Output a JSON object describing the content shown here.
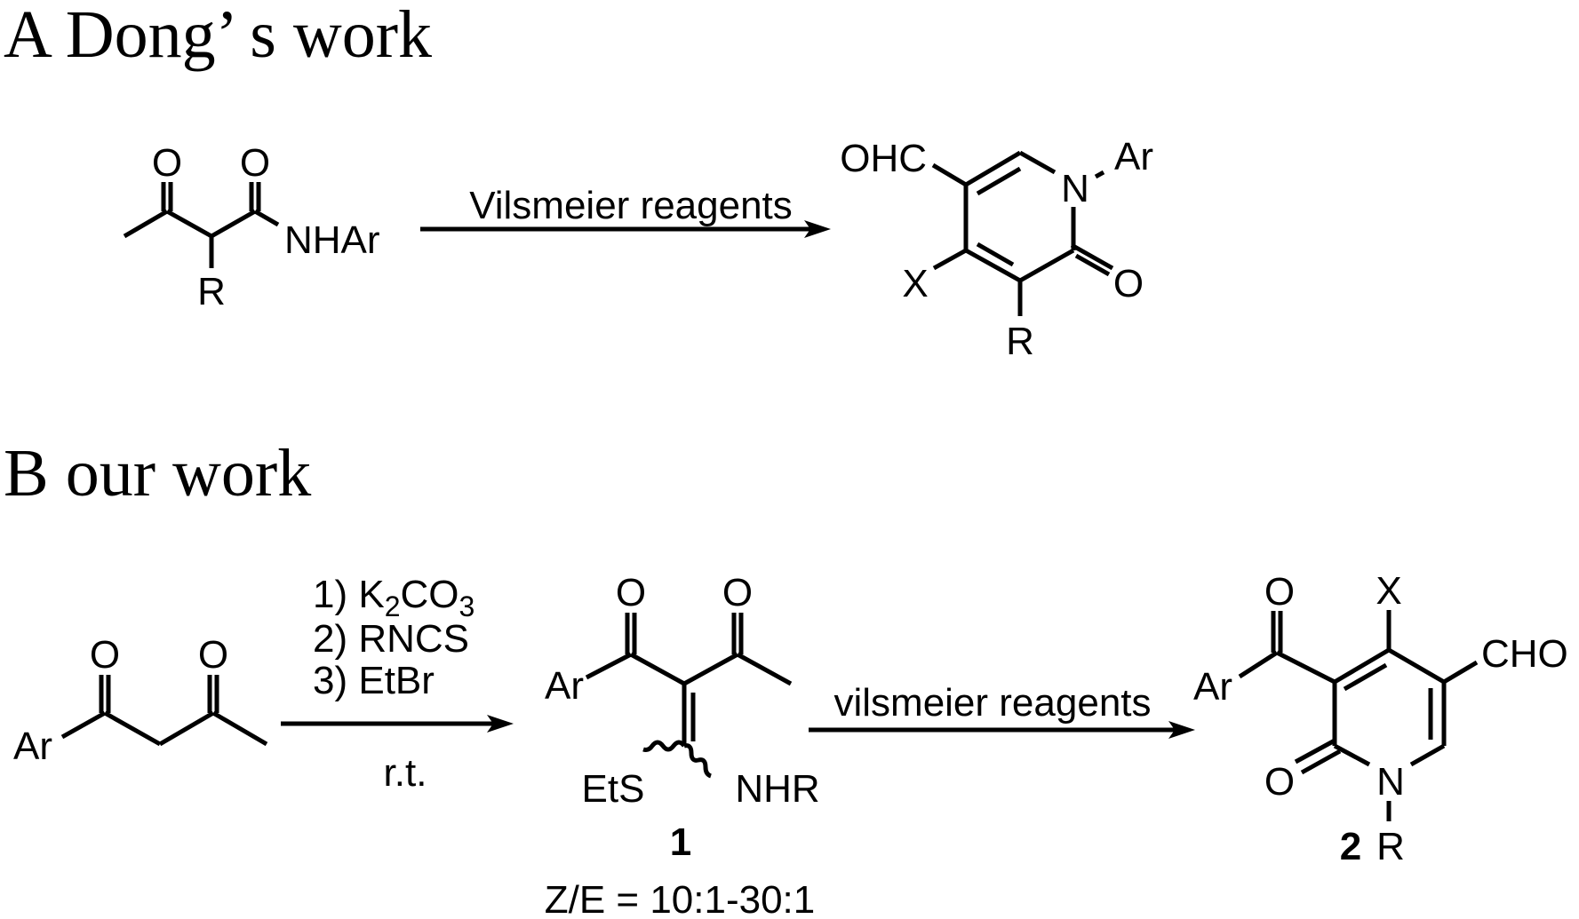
{
  "sections": [
    {
      "title": "A Dong’ s work",
      "reactant": {
        "atoms": {
          "o1": "O",
          "o2": "O",
          "nhar": "NHAr",
          "r": "R"
        }
      },
      "arrow": {
        "label": "Vilsmeier reagents"
      },
      "product": {
        "atoms": {
          "ohc": "OHC",
          "n": "N",
          "ar": "Ar",
          "x": "X",
          "r": "R",
          "o": "O"
        }
      }
    },
    {
      "title": "B our work",
      "reactant": {
        "atoms": {
          "ar": "Ar",
          "o1": "O",
          "o2": "O"
        }
      },
      "arrow1": {
        "conditions_above": [
          {
            "prefix": "1) K",
            "sub1": "2",
            "mid": "CO",
            "sub2": "3"
          },
          {
            "text": "2) RNCS"
          },
          {
            "text": "3) EtBr"
          }
        ],
        "condition_below": "r.t."
      },
      "intermediate": {
        "atoms": {
          "ar": "Ar",
          "o1": "O",
          "o2": "O",
          "ets": "EtS",
          "nhr": "NHR"
        },
        "compound_number": "1",
        "ratio_note": "Z/E = 10:1-30:1"
      },
      "arrow2": {
        "label": "vilsmeier reagents"
      },
      "product": {
        "atoms": {
          "ar": "Ar",
          "o_acyl": "O",
          "x": "X",
          "cho": "CHO",
          "o": "O",
          "n": "N",
          "r": "R"
        },
        "compound_number": "2"
      }
    }
  ]
}
